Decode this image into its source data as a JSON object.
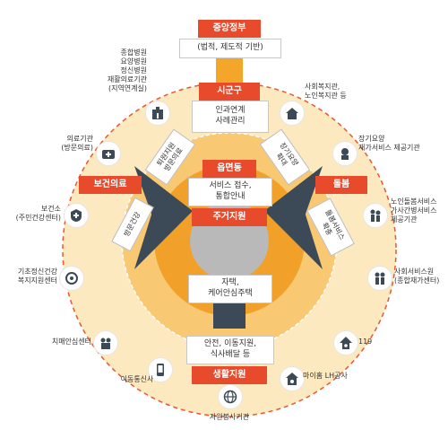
{
  "top": {
    "gov_title": "중앙정부",
    "gov_sub": "(법적, 제도적 기반)",
    "city_title": "시군구",
    "city_sub": "인과연계\n사례관리"
  },
  "center": {
    "eup_title": "읍면동",
    "eup_sub": "서비스 접수,\n통합안내",
    "housing_title": "주거지원",
    "housing_sub": "자택,\n케어안심주택",
    "life_sub": "안전, 이동지원,\n식사배달 등",
    "life_title": "생활지원"
  },
  "sides": {
    "health_title": "보건의료",
    "care_title": "돌봄",
    "left_top_tag": "퇴원지원\n방문의료",
    "left_bottom_tag": "방문건강",
    "right_top_tag": "장기요양\n확대",
    "right_bottom_tag": "돌봄서비스\n확충"
  },
  "orbit": {
    "hospitals": "종합병원\n요양병원\n정신병원\n재활의료기관\n(지역연계실)",
    "welfare": "사회복지관,\n노인복지관 등",
    "clinic": "의료기관\n(방문의료)",
    "ltc": "장기요양\n재가서비스 제공기관",
    "health_center": "보건소\n(주민건강센터)",
    "elder_services": "노인돌봄서비스\n가사간병서비스\n제공기관",
    "mental_center": "기초정신건강\n복지지원센터",
    "social_service": "사회서비스원\n(종합재가센터)",
    "dementia": "치매안심센터",
    "emergency": "119",
    "telecom": "이동통신사",
    "volunteer": "자원봉사기관",
    "lh": "마이홈 LH공사"
  }
}
